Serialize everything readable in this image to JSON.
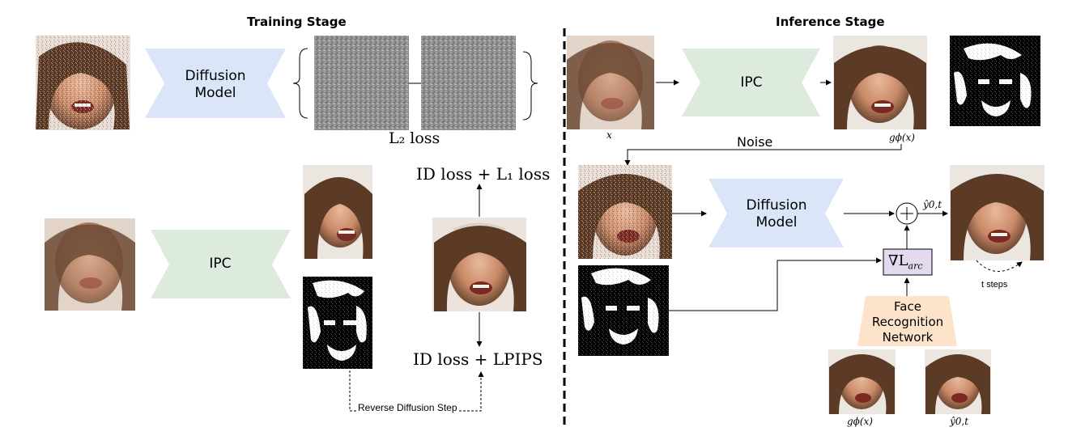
{
  "training": {
    "title": "Training Stage",
    "diffusion_model": [
      "Diffusion",
      "Model"
    ],
    "l2_loss": "L₂ loss",
    "ipc_label": "IPC",
    "top_loss": "ID loss + L₁ loss",
    "bottom_loss": "ID loss + LPIPS",
    "reverse_step": "Reverse Diffusion Step"
  },
  "inference": {
    "title": "Inference Stage",
    "ipc_label": "IPC",
    "x_label": "x",
    "g_label": "gϕ(x)",
    "noise_label": "Noise",
    "diffusion_model": [
      "Diffusion",
      "Model"
    ],
    "y_label": "ŷ0,t",
    "grad_label": "∇L",
    "grad_sub": "arc",
    "t_steps": "t steps",
    "face_rec": [
      "Face",
      "Recognition",
      "Network"
    ],
    "bottom_g_label": "gϕ(x)",
    "bottom_y_label": "ŷ0,t"
  },
  "colors": {
    "diffusion_fill": "#dae6f8",
    "ipc_fill": "#dcebdd",
    "grad_fill": "#e4d9ef",
    "face_rec_fill": "#fde3c9",
    "divider": "#000000"
  }
}
